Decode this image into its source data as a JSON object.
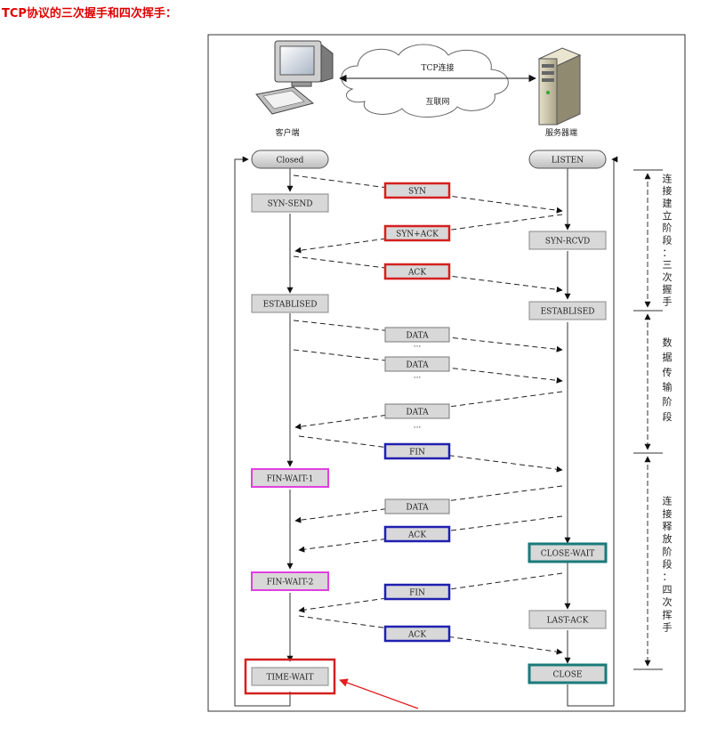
{
  "title": "TCP协议的三次握手和四次挥手：",
  "network": {
    "connection": "TCP连接",
    "internet": "互联网"
  },
  "client": {
    "label": "客户端",
    "states": [
      "Closed",
      "SYN-SEND",
      "ESTABLISED",
      "FIN-WAIT-1",
      "FIN-WAIT-2",
      "TIME-WAIT"
    ]
  },
  "server": {
    "label": "服务器端",
    "states": [
      "LISTEN",
      "SYN-RCVD",
      "ESTABLISED",
      "CLOSE-WAIT",
      "LAST-ACK",
      "CLOSE"
    ]
  },
  "messages": [
    "SYN",
    "SYN+ACK",
    "ACK",
    "DATA",
    "DATA",
    "DATA",
    "FIN",
    "DATA",
    "ACK",
    "FIN",
    "ACK"
  ],
  "ellipsis": "···",
  "phases": [
    {
      "label": "连接建立阶段：三次握手"
    },
    {
      "label": "数据传输阶段"
    },
    {
      "label": "连接释放阶段：四次挥手"
    }
  ],
  "colors": {
    "title": "#e00000",
    "handshake": "#d42020",
    "fin": "#2020b0",
    "finwait": "#e040e0",
    "close": "#1a7a7a",
    "box_fill": "#d8d8d8"
  }
}
